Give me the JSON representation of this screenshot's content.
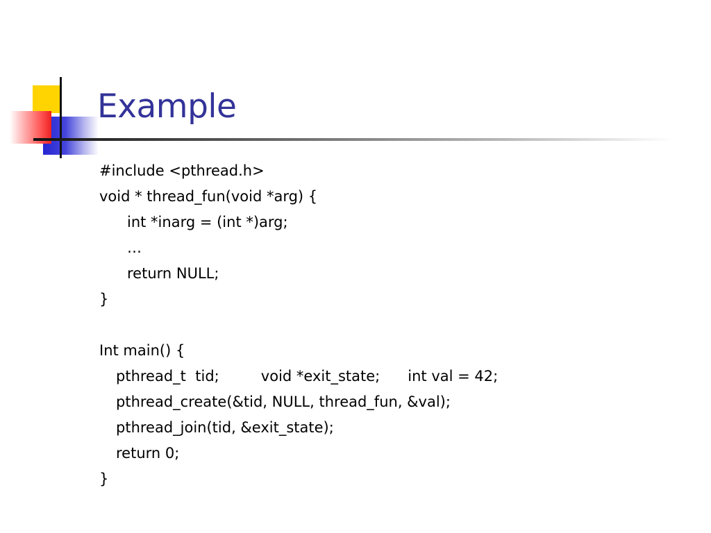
{
  "slide": {
    "title": "Example",
    "code": {
      "thread_fn": [
        "#include <pthread.h>",
        "void * thread_fun(void *arg) {",
        "int *inarg = (int *)arg;",
        "…",
        "return NULL;",
        "}"
      ],
      "main_fn": [
        "Int main() {",
        "pthread_t  tid;         void *exit_state;      int val = 42;",
        "pthread_create(&tid, NULL, thread_fun, &val);",
        "pthread_join(tid, &exit_state);",
        "return 0;",
        "}"
      ]
    }
  },
  "colors": {
    "title": "#333399",
    "text": "#000000",
    "logo_yellow": "#ffd400",
    "logo_blue": "#2626d2",
    "logo_red": "#ee2020"
  }
}
